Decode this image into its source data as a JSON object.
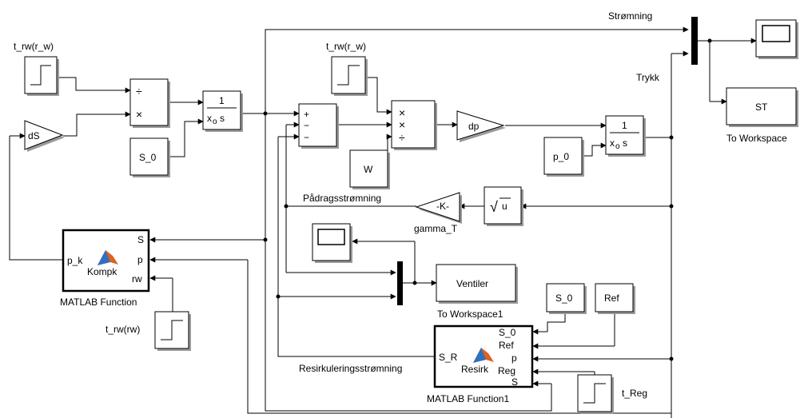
{
  "signals": {
    "stromning": "Strømning",
    "trykk": "Trykk",
    "padragsstromning": "Pådragsstrømning",
    "resirkuleringsstromning": "Resirkuleringsstrømning"
  },
  "blocks": {
    "t_rw_top_left": "t_rw(r_w)",
    "t_rw_top_mid": "t_rw(r_w)",
    "t_rw_bottom": "t_rw(rw)",
    "t_reg": "t_Reg",
    "ds_gain": "dS",
    "dp_gain": "dp",
    "gamma_gain_glyph": "-K-",
    "gamma_gain_name": "gamma_T",
    "divide_sym_div": "÷",
    "divide_sym_mul": "×",
    "sum_plus": "+",
    "sum_minus1": "−",
    "sum_minus2": "−",
    "product_x1": "×",
    "product_x2": "×",
    "product_div": "÷",
    "s0_left": "S_0",
    "s0_right": "S_0",
    "w_const": "W",
    "p0_const": "p_0",
    "ref_const": "Ref",
    "integrator_num": "1",
    "integrator_den": "x",
    "integrator_sub": "o",
    "integrator_s": "s",
    "sqrt_symbol": "√",
    "sqrt_arg": "u",
    "to_workspace_st": "ST",
    "to_workspace_st_name": "To Workspace",
    "to_workspace_ventiler": "Ventiler",
    "to_workspace_ventiler_name": "To Workspace1"
  },
  "kompk": {
    "name": "MATLAB Function",
    "title": "Kompk",
    "ports_in": [
      "S",
      "p",
      "rw"
    ],
    "port_out": "p_k"
  },
  "resirk": {
    "name": "MATLAB Function1",
    "title": "Resirk",
    "ports_in": [
      "S_0",
      "Ref",
      "p",
      "Reg",
      "S"
    ],
    "port_out": "S_R"
  }
}
